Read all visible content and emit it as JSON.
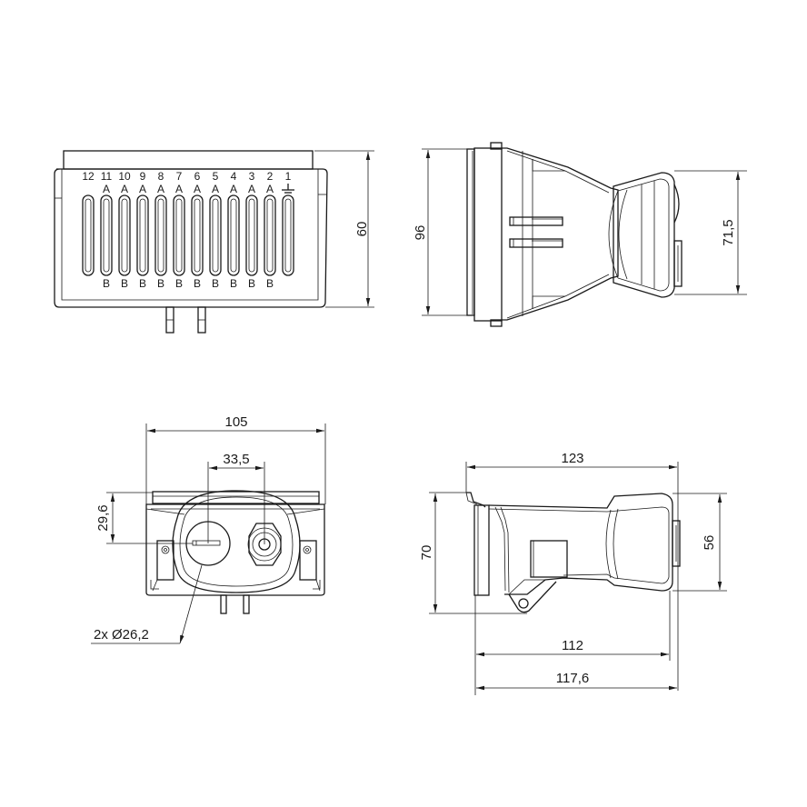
{
  "drawing": {
    "type": "technical-dimension-drawing",
    "units": "mm",
    "views": {
      "front": {
        "pin_numbers": [
          "12",
          "11",
          "10",
          "9",
          "8",
          "7",
          "6",
          "5",
          "4",
          "3",
          "2",
          "1"
        ],
        "top_labels": [
          "",
          "A",
          "A",
          "A",
          "A",
          "A",
          "A",
          "A",
          "A",
          "A",
          "A",
          "⏚"
        ],
        "bottom_labels": [
          "",
          "B",
          "B",
          "B",
          "B",
          "B",
          "B",
          "B",
          "B",
          "B",
          "B",
          ""
        ],
        "dimensions": {
          "height": "60"
        }
      },
      "side_top": {
        "dimensions": {
          "height_left": "96",
          "height_right": "71,5"
        }
      },
      "bottom_front": {
        "dimensions": {
          "width": "105",
          "hole_spacing": "33,5",
          "hole_offset": "29,6",
          "hole_diameter": "2x Ø26,2"
        }
      },
      "side_bottom": {
        "dimensions": {
          "overall_length": "123",
          "height_left": "70",
          "height_right": "56",
          "body_length": "112",
          "length_with_flange": "117,6"
        }
      }
    }
  }
}
